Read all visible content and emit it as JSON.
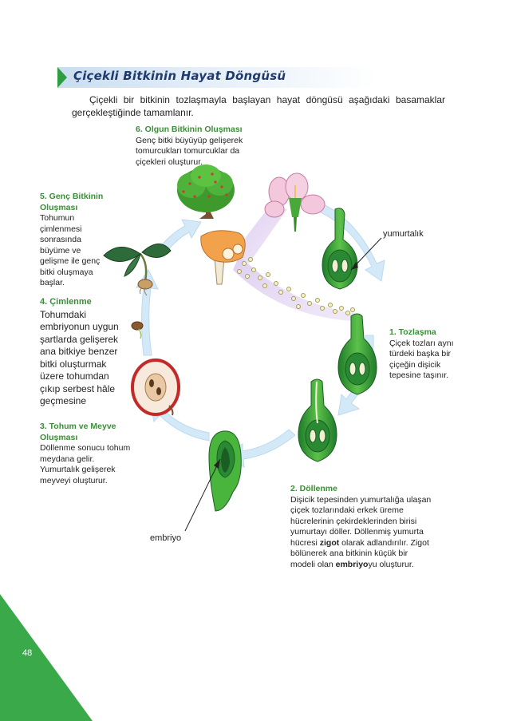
{
  "title": "Çiçekli Bitkinin Hayat Döngüsü",
  "intro": "Çiçekli bir bitkinin tozlaşmayla başlayan hayat döngüsü aşağıdaki basamaklar gerçekleştiğinde tamamlanır.",
  "stages": {
    "s6": {
      "heading": "6. Olgun Bitkinin Oluşması",
      "text": "Genç bitki büyüyüp gelişerek tomurcukları tomurcuklar da çiçekleri oluşturur."
    },
    "s5": {
      "heading": "5. Genç Bitkinin Oluşması",
      "text": "Tohumun çimlenmesi sonrasında büyüme ve gelişme ile genç bitki oluşmaya başlar."
    },
    "s4": {
      "heading": "4. Çimlenme",
      "text": "Tohumdaki embriyonun uygun şartlarda gelişerek ana bitkiye benzer bitki oluşturmak üzere tohumdan çıkıp serbest hâle geçmesine"
    },
    "s3": {
      "heading": "3. Tohum ve Meyve Oluşması",
      "text": "Döllenme sonucu tohum meydana gelir. Yumurtalık gelişerek meyveyi oluşturur."
    },
    "s1": {
      "heading": "1. Tozlaşma",
      "text": "Çiçek tozları aynı türdeki başka bir çiçeğin dişicik tepesine taşınır."
    },
    "s2": {
      "heading": "2. Döllenme",
      "text_a": "Dişicik tepesinden yumurtalığa ulaşan çiçek tozlarındaki erkek üreme hücrelerinin çekirdeklerinden birisi yumurtayı döller. Döllenmiş yumurta hücresi ",
      "bold_a": "zigot",
      "text_b": " olarak adlandırılır. Zigot bölünerek ana bitkinin küçük bir modeli olan ",
      "bold_b": "embriyo",
      "text_c": "yu oluşturur."
    }
  },
  "labels": {
    "ovary": "yumurtalık",
    "embryo": "embriyo"
  },
  "page_number": "48",
  "colors": {
    "heading_green": "#3d8c3a",
    "corner_green": "#39a94a",
    "title_blue": "#1f3b6e",
    "arrow_blue": "#cfe6f6"
  }
}
